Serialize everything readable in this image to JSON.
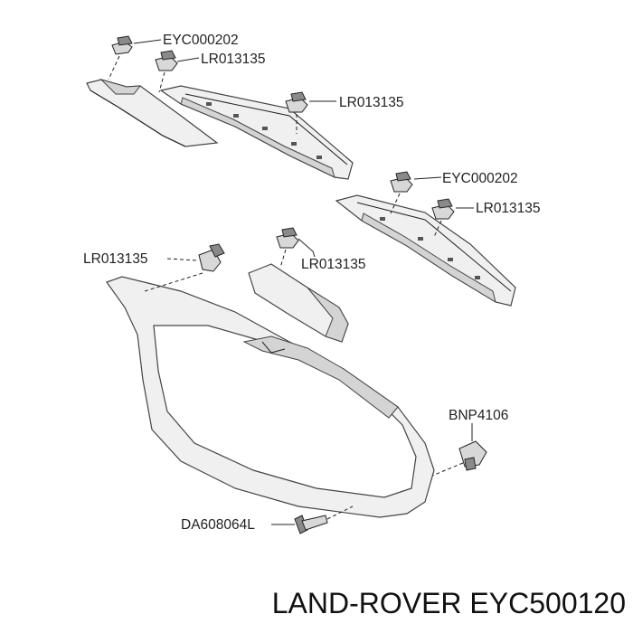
{
  "labels": {
    "eyc000202_top": "EYC000202",
    "lr013135_top": "LR013135",
    "lr013135_mid": "LR013135",
    "eyc000202_right": "EYC000202",
    "lr013135_right": "LR013135",
    "lr013135_left": "LR013135",
    "lr013135_center": "LR013135",
    "bnp4106": "BNP4106",
    "da608064l": "DA608064L"
  },
  "footer": {
    "brand_part": "LAND-ROVER EYC500120"
  }
}
